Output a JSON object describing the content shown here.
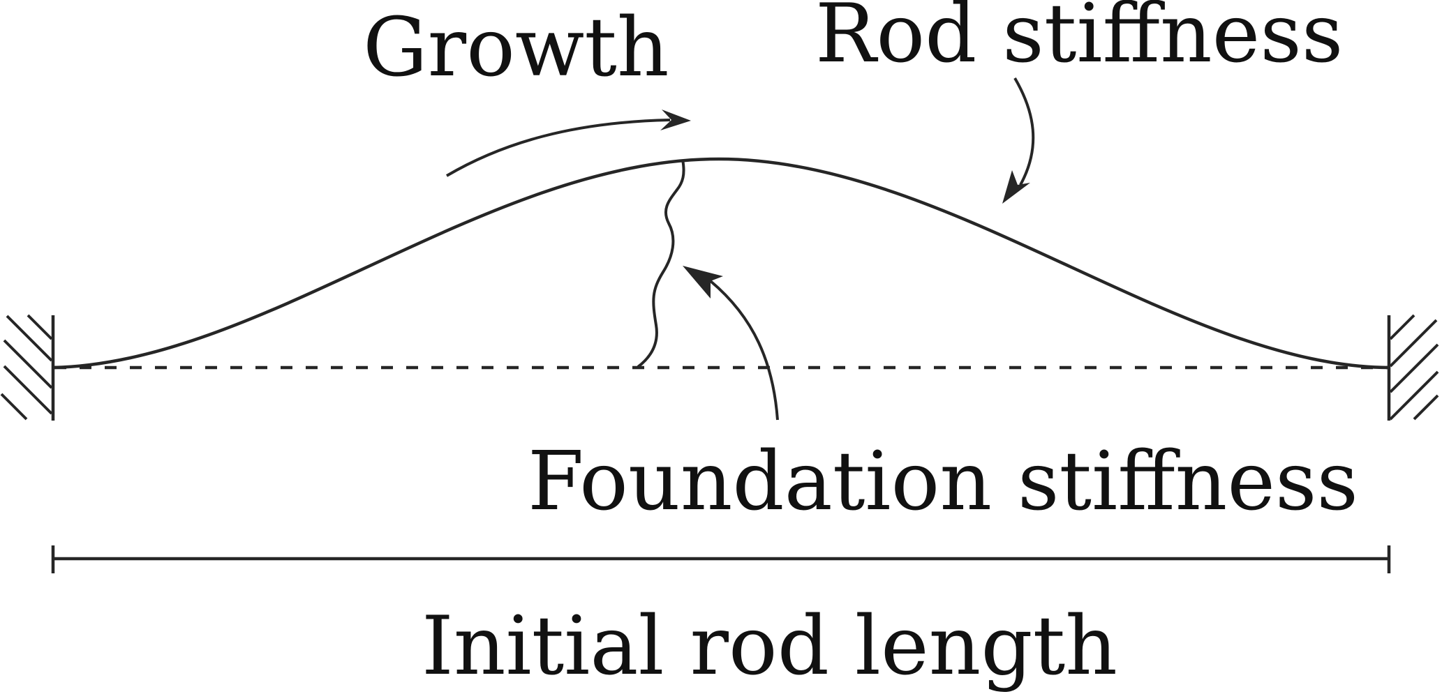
{
  "labels": {
    "growth": "Growth",
    "rod_stiffness": "Rod stiffness",
    "foundation_stiffness": "Foundation stiffness",
    "initial_rod_length": "Initial rod length"
  },
  "colors": {
    "ink": "#262626",
    "background": "#ffffff"
  }
}
